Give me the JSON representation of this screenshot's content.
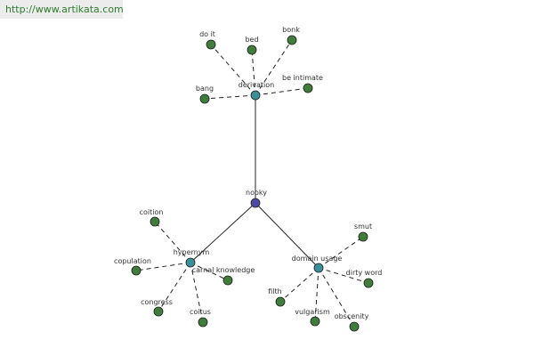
{
  "header": {
    "url": "http://www.artikata.com"
  },
  "colors": {
    "root_node": "#4a4aa0",
    "category_node": "#3a8f99",
    "leaf_node": "#3f7d3a",
    "edge": "#222222"
  },
  "graph": {
    "root": {
      "id": "nooky",
      "label": "nooky"
    },
    "categories": [
      {
        "id": "derivation",
        "label": "derivation",
        "leaves": [
          {
            "id": "do-it",
            "label": "do it"
          },
          {
            "id": "bed",
            "label": "bed"
          },
          {
            "id": "bonk",
            "label": "bonk"
          },
          {
            "id": "bang",
            "label": "bang"
          },
          {
            "id": "be-intimate",
            "label": "be intimate"
          }
        ]
      },
      {
        "id": "hypernym",
        "label": "hypernym",
        "leaves": [
          {
            "id": "coition",
            "label": "coition"
          },
          {
            "id": "copulation",
            "label": "copulation"
          },
          {
            "id": "carnal-knowledge",
            "label": "carnal knowledge"
          },
          {
            "id": "congress",
            "label": "congress"
          },
          {
            "id": "coitus",
            "label": "coitus"
          }
        ]
      },
      {
        "id": "domain-usage",
        "label": "domain usage",
        "leaves": [
          {
            "id": "smut",
            "label": "smut"
          },
          {
            "id": "dirty-word",
            "label": "dirty word"
          },
          {
            "id": "filth",
            "label": "filth"
          },
          {
            "id": "vulgarism",
            "label": "vulgarism"
          },
          {
            "id": "obscenity",
            "label": "obscenity"
          }
        ]
      }
    ]
  }
}
